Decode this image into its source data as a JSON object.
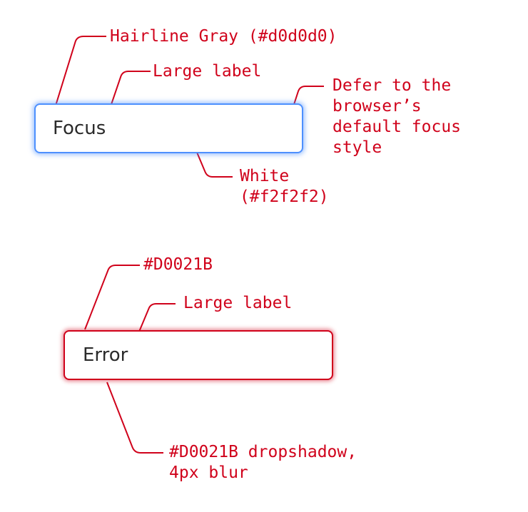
{
  "colors": {
    "annotation_red": "#D0021B",
    "focus_border_blue": "#4D90FE",
    "focus_glow": "rgba(77,144,254,0.55)",
    "error_red": "#D0021B",
    "error_glow": "rgba(208,2,27,0.45)",
    "input_text": "#2B2B2B",
    "background": "#FFFFFF"
  },
  "focus_example": {
    "input_value": "Focus",
    "annotations": {
      "border": "Hairline Gray (#d0d0d0)",
      "label": "Large label",
      "focus_ring": "Defer to the\nbrowser’s\ndefault focus\nstyle",
      "background": "White\n(#f2f2f2)"
    }
  },
  "error_example": {
    "input_value": "Error",
    "annotations": {
      "border": "#D0021B",
      "label": "Large label",
      "shadow": "#D0021B dropshadow,\n4px blur"
    }
  }
}
